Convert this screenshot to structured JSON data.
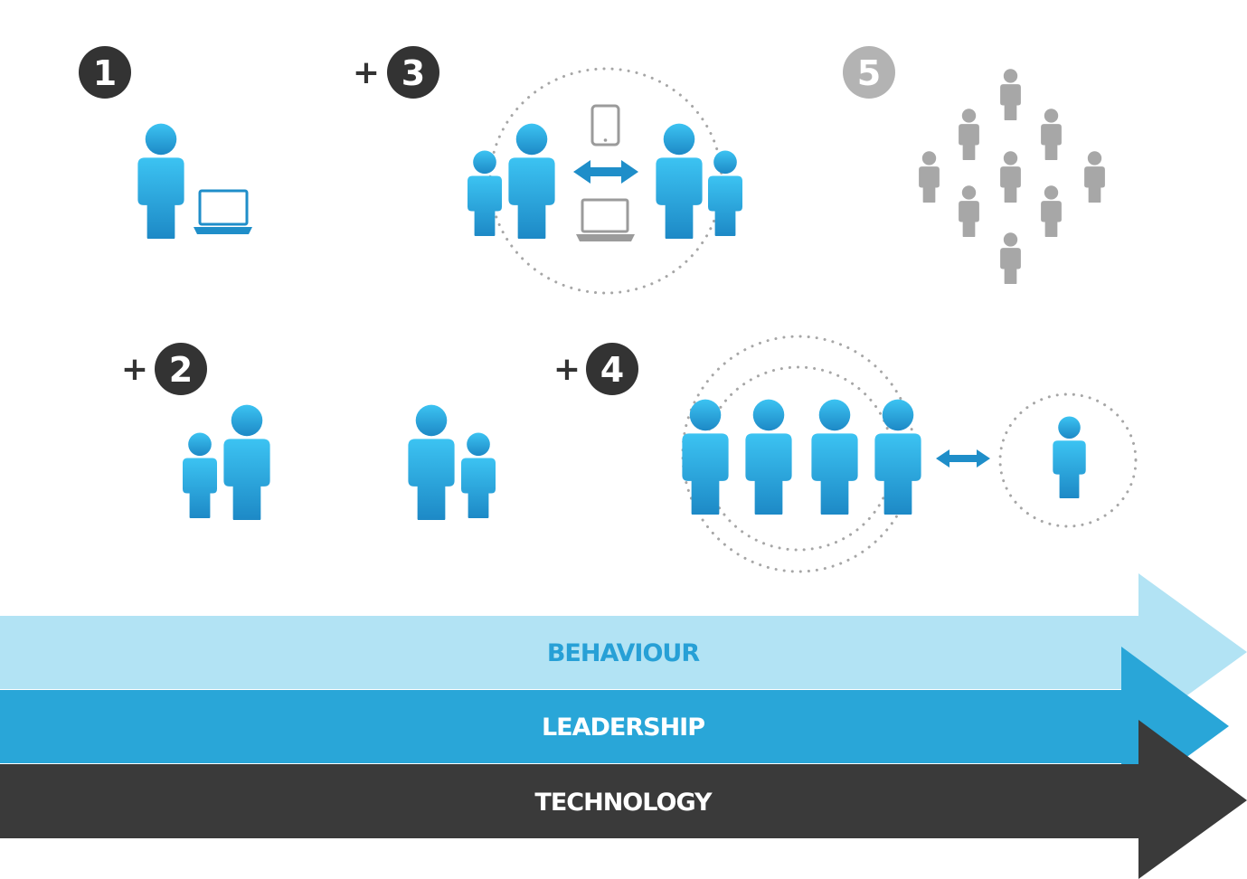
{
  "colors": {
    "person_top": "#3cc3f2",
    "person_bottom": "#1d89c6",
    "inactive_person": "#a7a7a7",
    "badge_dark": "#333333",
    "badge_light": "#b3b3b3",
    "device_grey": "#9b9b9b",
    "arrow_behaviour": "#b2e3f4",
    "arrow_leadership": "#29a6d8",
    "arrow_technology": "#3a3a3a",
    "label_behaviour": "#27a0d6",
    "label_light": "#ffffff",
    "dotted_ring": "#a6a6a6"
  },
  "stages": [
    {
      "label": "1",
      "prefix": ""
    },
    {
      "label": "2",
      "prefix": "+"
    },
    {
      "label": "3",
      "prefix": "+"
    },
    {
      "label": "4",
      "prefix": "+"
    },
    {
      "label": "5",
      "prefix": ""
    }
  ],
  "arrows": {
    "behaviour": "BEHAVIOUR",
    "leadership": "LEADERSHIP",
    "technology": "TECHNOLOGY"
  }
}
